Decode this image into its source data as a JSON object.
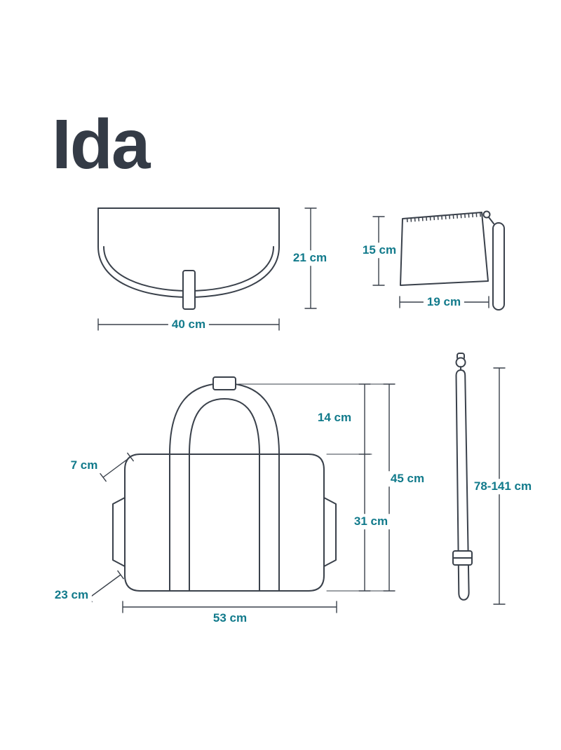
{
  "title": "Ida",
  "colors": {
    "background": "#ffffff",
    "line": "#3a414b",
    "dimension_text": "#117a8b",
    "title_text": "#343b46"
  },
  "diagram": {
    "changing_mat": {
      "height": "21 cm",
      "width": "40 cm"
    },
    "pouch": {
      "height": "15 cm",
      "width": "19 cm"
    },
    "bag": {
      "handle_height": "14 cm",
      "total_height": "45 cm",
      "body_height": "31 cm",
      "pocket": "7 cm",
      "depth": "23 cm",
      "width": "53 cm"
    },
    "strap": {
      "length": "78-141 cm"
    }
  }
}
